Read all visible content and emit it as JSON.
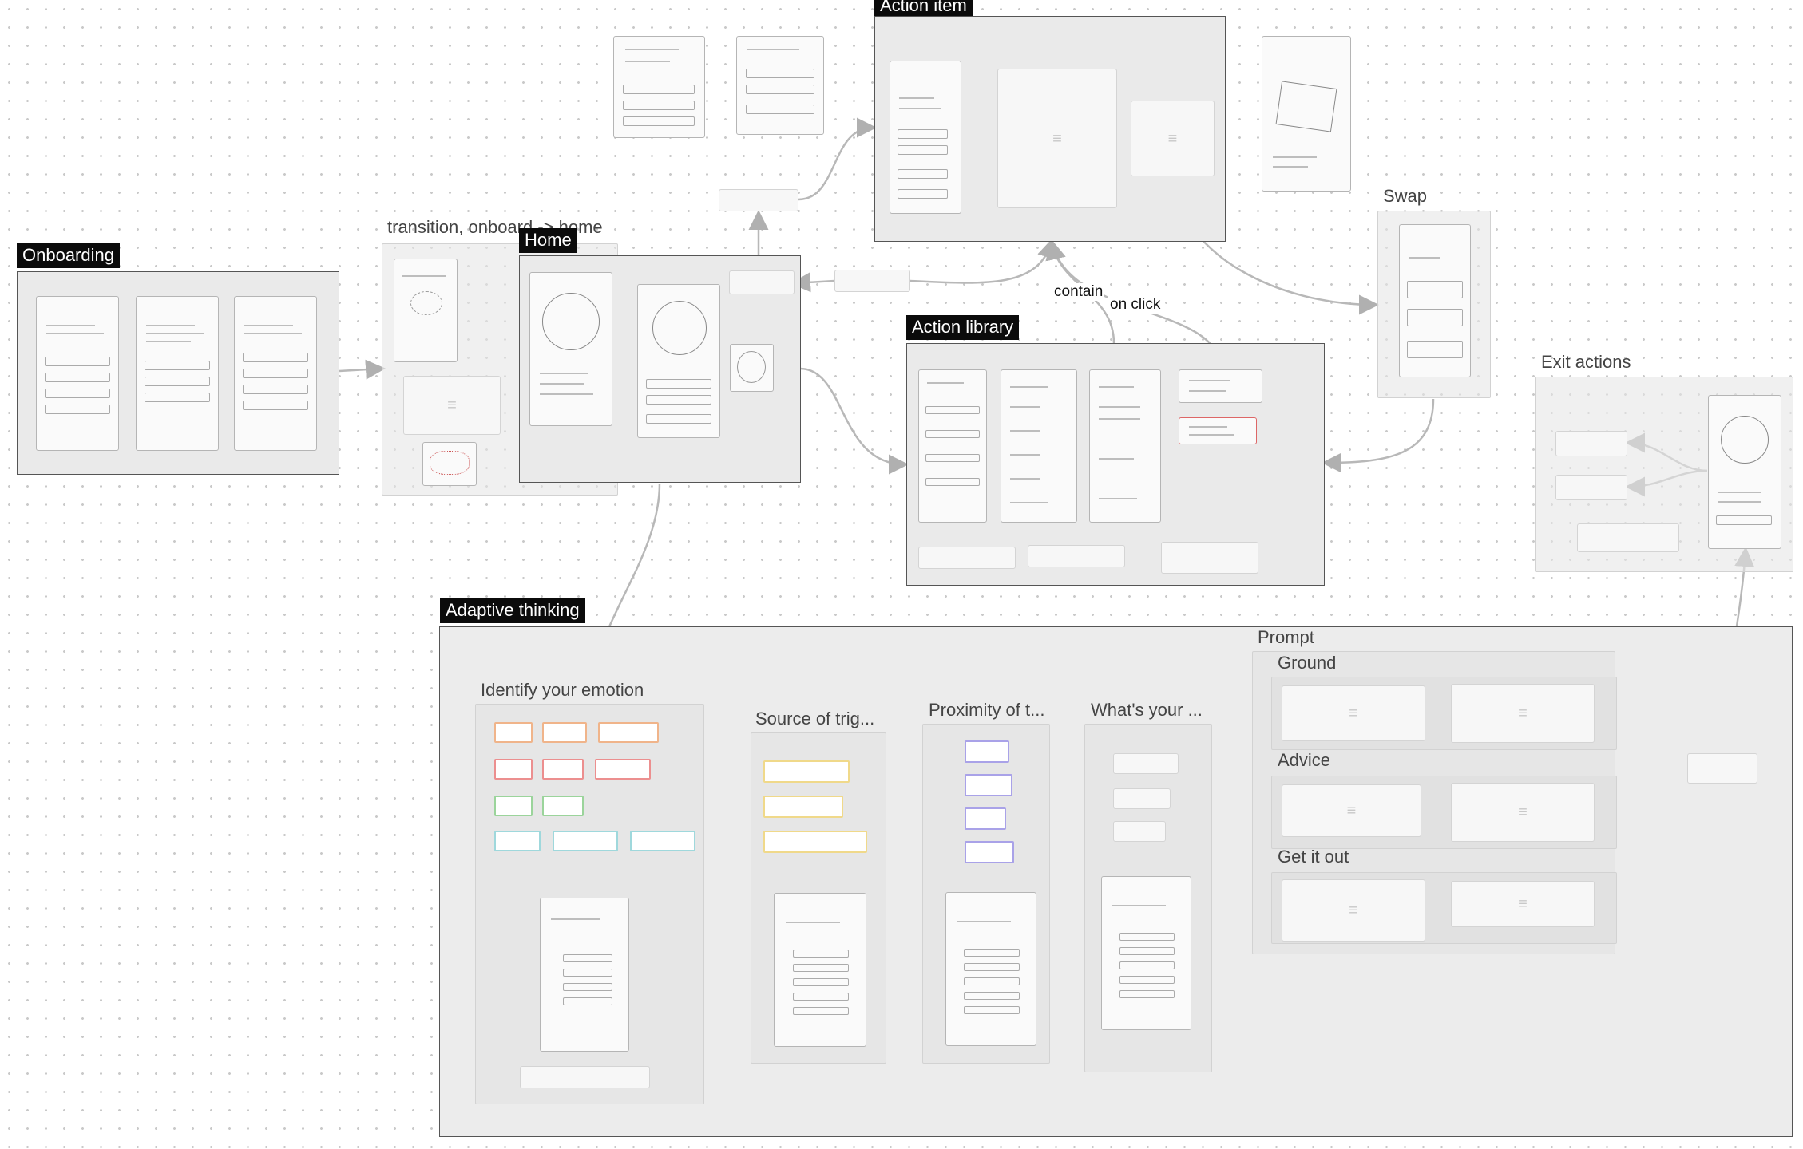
{
  "canvas": {
    "frames": {
      "onboarding": "Onboarding",
      "home": "Home",
      "action_item": "Action item",
      "action_library": "Action library",
      "adaptive_thinking": "Adaptive thinking"
    },
    "sections": {
      "transition": "transition, onboard -> home",
      "swap": "Swap",
      "exit_actions": "Exit actions",
      "identify_emotion": "Identify your emotion",
      "source_trigger": "Source of trig...",
      "proximity": "Proximity of t...",
      "whats_your": "What's your ...",
      "prompt": "Prompt",
      "ground": "Ground",
      "advice": "Advice",
      "get_it_out": "Get it out"
    },
    "connector_labels": {
      "contain": "contain",
      "on_click": "on click"
    },
    "sticky_colors": {
      "orange": "#f0b48a",
      "red": "#ec8f8f",
      "green": "#9bd49b",
      "teal": "#9fd8dc",
      "yellow": "#f0d98a",
      "purple": "#a9a2e8"
    },
    "icons": {
      "placeholder": "text-lines-icon",
      "connector": "arrow-connector-icon"
    }
  }
}
